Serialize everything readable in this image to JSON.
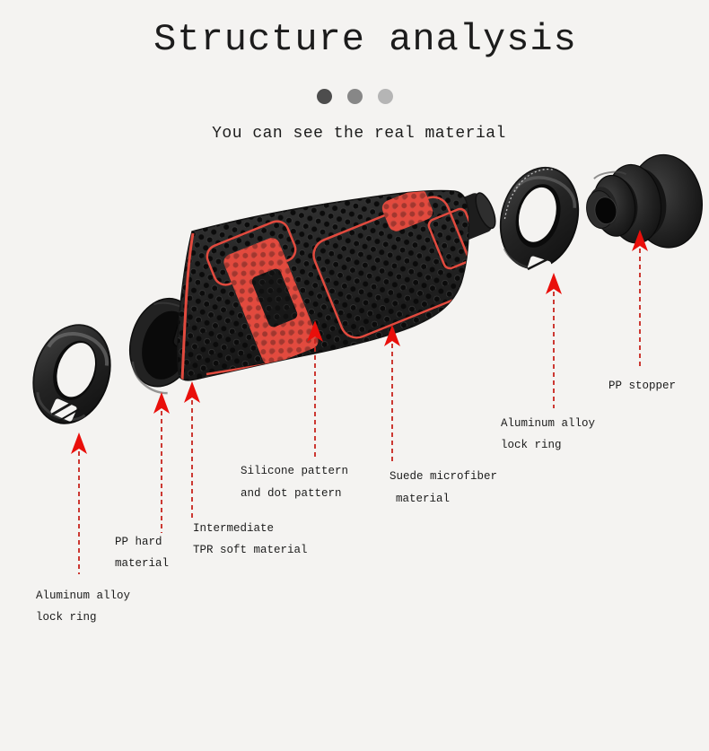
{
  "header": {
    "title": "Structure analysis",
    "subtitle": "You can see the real material"
  },
  "decor": {
    "dot_colors": [
      "#4d4d4d",
      "#878787",
      "#b5b5b5"
    ]
  },
  "colors": {
    "background": "#f4f3f1",
    "text": "#1c1c1c",
    "accent_red": "#e24a3e",
    "arrow_red": "#e90f0b",
    "arrow_stem_red": "#c8231d",
    "grip_black": "#262626"
  },
  "labels": [
    {
      "id": "aluminum-alloy-lock-ring-left",
      "lines": [
        "Aluminum alloy",
        "lock ring"
      ]
    },
    {
      "id": "pp-hard-material",
      "lines": [
        "PP hard",
        "material"
      ]
    },
    {
      "id": "intermediate-tpr-soft-material",
      "lines": [
        "Intermediate",
        "TPR soft material"
      ]
    },
    {
      "id": "silicone-and-dot-pattern",
      "lines": [
        "Silicone pattern",
        "and dot pattern"
      ]
    },
    {
      "id": "suede-microfiber-material",
      "lines": [
        "Suede microfiber",
        "material"
      ]
    },
    {
      "id": "aluminum-alloy-lock-ring-right",
      "lines": [
        "Aluminum alloy",
        "lock ring"
      ]
    },
    {
      "id": "pp-stopper",
      "lines": [
        "PP stopper"
      ]
    }
  ]
}
